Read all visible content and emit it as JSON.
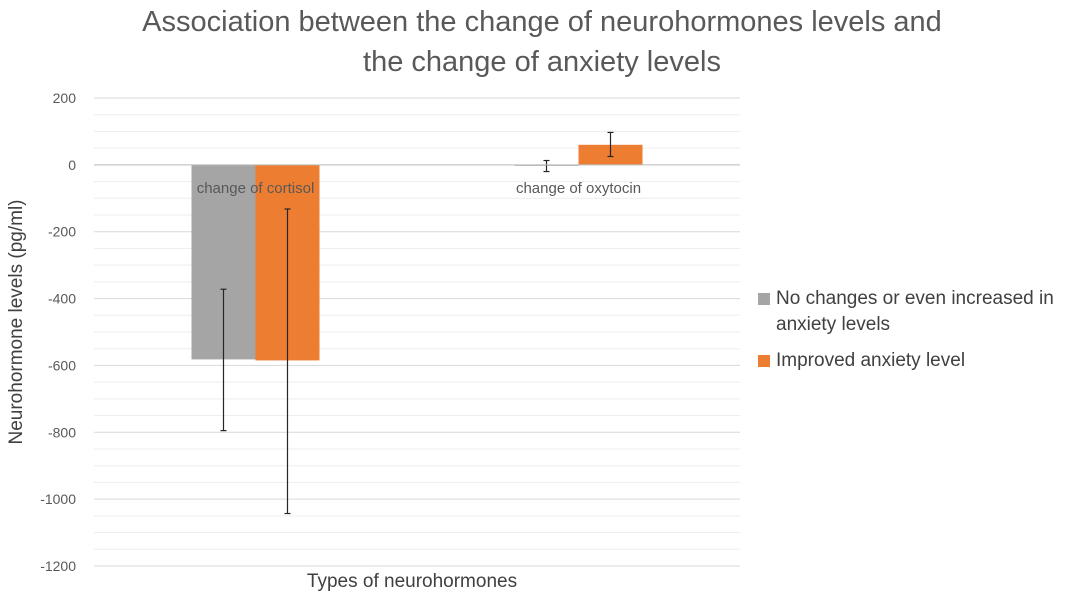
{
  "chart_data": {
    "type": "bar",
    "title_lines": [
      "Association between the change of neurohormones levels and",
      "the change of anxiety levels"
    ],
    "xlabel": "Types of neurohormones",
    "ylabel": "Neurohormone levels (pg/ml)",
    "ylim": [
      -1200,
      200
    ],
    "major_step": 200,
    "minor_step": 50,
    "tick_labels": [
      "200",
      "0",
      "-200",
      "-400",
      "-600",
      "-800",
      "-1000",
      "-1200"
    ],
    "categories": [
      "change of cortisol",
      "change of oxytocin"
    ],
    "series": [
      {
        "name": "No changes or even increased in anxiety levels",
        "color": "#a5a5a5",
        "values": [
          -582,
          -3
        ],
        "error_low": [
          -795,
          -20
        ],
        "error_high": [
          -372,
          13
        ]
      },
      {
        "name": "Improved anxiety level",
        "color": "#ed7d31",
        "values": [
          -585,
          60
        ],
        "error_low": [
          -1043,
          25
        ],
        "error_high": [
          -132,
          97
        ]
      }
    ],
    "legend_position": "right",
    "grid": true
  }
}
